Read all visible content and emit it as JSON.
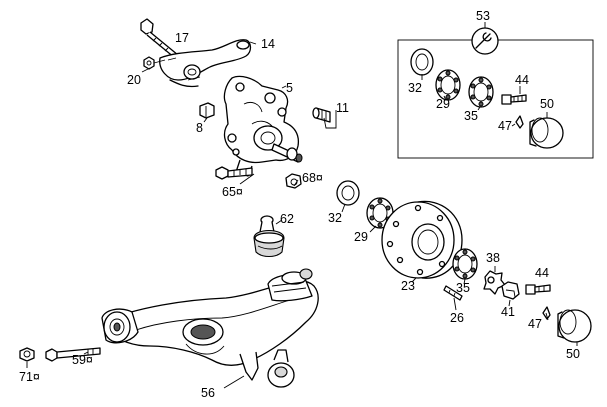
{
  "callouts": {
    "c17": "17",
    "c14": "14",
    "c20": "20",
    "c5": "5",
    "c8": "8",
    "c11": "11",
    "c65": "65¤",
    "c68": "68¤",
    "c62": "62",
    "c32a": "32",
    "c29a": "29",
    "c23": "23",
    "c35a": "35",
    "c26": "26",
    "c38": "38",
    "c41": "41",
    "c44a": "44",
    "c47a": "47",
    "c50a": "50",
    "c59": "59¤",
    "c71": "71¤",
    "c56": "56",
    "c53": "53",
    "c32b": "32",
    "c29b": "29",
    "c35b": "35",
    "c44b": "44",
    "c47b": "47",
    "c50b": "50"
  }
}
